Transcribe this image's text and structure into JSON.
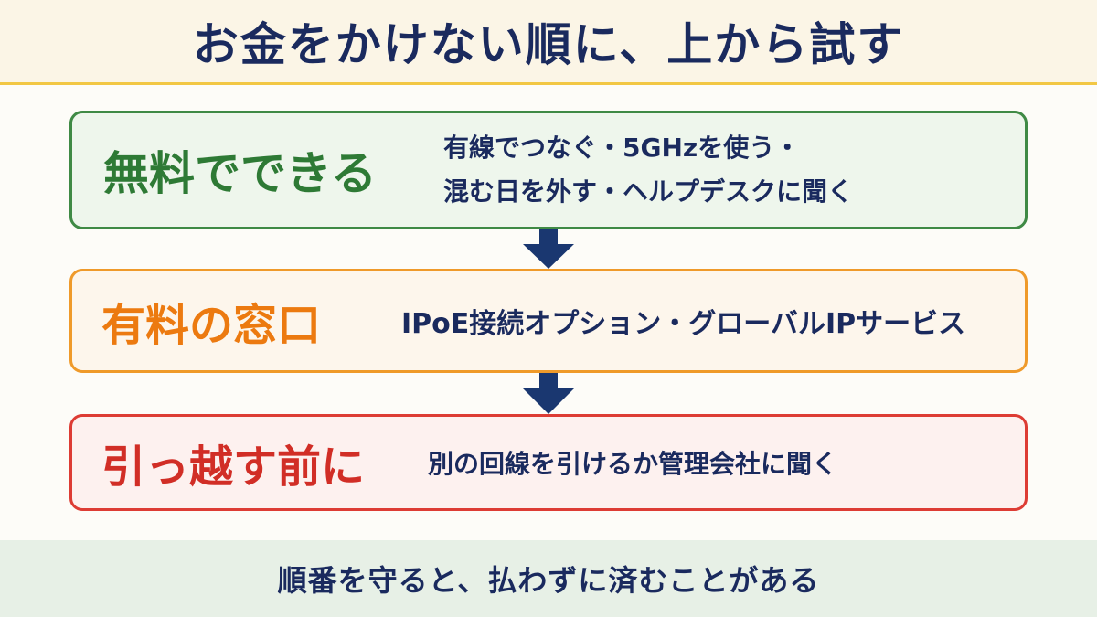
{
  "header": {
    "title": "お金をかけない順に、上から試す"
  },
  "steps": [
    {
      "label": "無料でできる",
      "lines": [
        "有線でつなぐ・5GHzを使う・",
        "混む日を外す・ヘルプデスクに聞く"
      ],
      "color": "#3f8a45"
    },
    {
      "label": "有料の窓口",
      "lines": [
        "IPoE接続オプション・グローバルIPサービス"
      ],
      "color": "#ef9a2a"
    },
    {
      "label": "引っ越す前に",
      "lines": [
        "別の回線を引けるか管理会社に聞く"
      ],
      "color": "#dd3c34"
    }
  ],
  "arrows": {
    "color": "#1a3770"
  },
  "footer": {
    "text": "順番を守ると、払わずに済むことがある"
  }
}
